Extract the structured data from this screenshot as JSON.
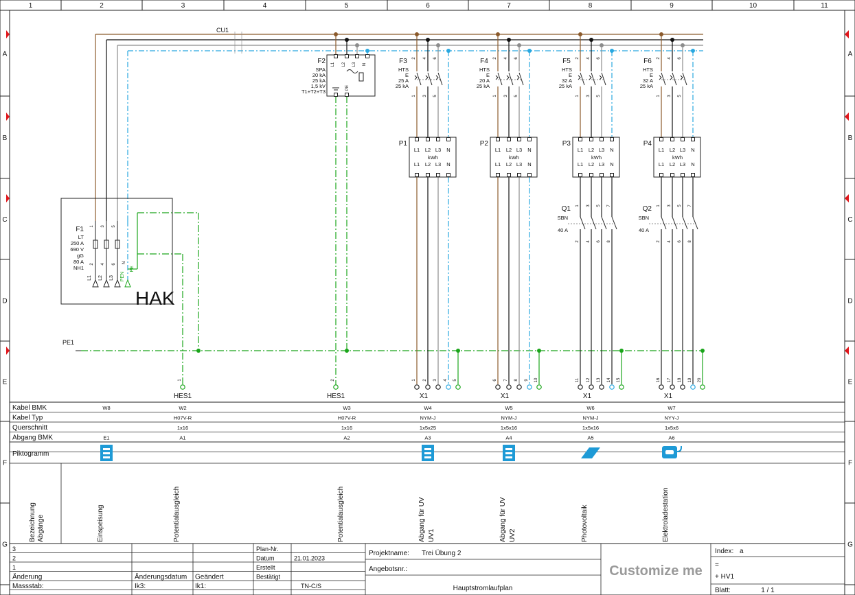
{
  "frame": {
    "columns": [
      "1",
      "2",
      "3",
      "4",
      "5",
      "6",
      "7",
      "8",
      "9",
      "10",
      "11"
    ],
    "rows": [
      "A",
      "B",
      "C",
      "D",
      "E",
      "F",
      "G"
    ]
  },
  "colors": {
    "l1": "#8b5a2b",
    "l2": "#111111",
    "l3": "#8c8c8c",
    "n": "#29a8e0",
    "pe": "#1aa51a",
    "frame": "#222222",
    "marker": "#e0161b",
    "icon": "#1e9ad6",
    "logo": "#9a9a9a"
  },
  "bus": {
    "label": "CU1"
  },
  "pe_bus": {
    "label": "PE1"
  },
  "hak": {
    "label": "HAK",
    "tag": "F1",
    "specs": [
      "LT",
      "250 A",
      "690 V",
      "gG",
      "80 A",
      "NH1"
    ],
    "top_pins": [
      "1",
      "3",
      "5"
    ],
    "bottom_pins": [
      "2",
      "4",
      "6",
      "N"
    ],
    "phases": [
      "L1",
      "L2",
      "L3"
    ],
    "pen_label": "PEN",
    "pe_label": "PE"
  },
  "spd": {
    "tag": "F2",
    "specs": [
      "SPA",
      "20 kA",
      "25 kA",
      "1,5 kV",
      "T1+T2+T3"
    ],
    "top_pins": [
      "L1",
      "L2",
      "L3",
      "N"
    ],
    "bottom_pins": [
      "PE"
    ]
  },
  "breakers": [
    {
      "tag": "F3",
      "type": "HTS",
      "specs": [
        "E",
        "25 A",
        "25 kA"
      ],
      "pins_top": [
        "2",
        "4",
        "6"
      ],
      "pins_bottom": [
        "1",
        "3",
        "5"
      ]
    },
    {
      "tag": "F4",
      "type": "HTS",
      "specs": [
        "E",
        "20 A",
        "25 kA"
      ],
      "pins_top": [
        "2",
        "4",
        "6"
      ],
      "pins_bottom": [
        "1",
        "3",
        "5"
      ]
    },
    {
      "tag": "F5",
      "type": "HTS",
      "specs": [
        "E",
        "32 A",
        "25 kA"
      ],
      "pins_top": [
        "2",
        "4",
        "6"
      ],
      "pins_bottom": [
        "1",
        "3",
        "5"
      ]
    },
    {
      "tag": "F6",
      "type": "HTS",
      "specs": [
        "E",
        "32 A",
        "25 kA"
      ],
      "pins_top": [
        "2",
        "4",
        "6"
      ],
      "pins_bottom": [
        "1",
        "3",
        "5"
      ]
    }
  ],
  "meters": [
    {
      "tag": "P1",
      "labels": [
        "L1",
        "L2",
        "L3",
        "N"
      ],
      "unit": "kWh"
    },
    {
      "tag": "P2",
      "labels": [
        "L1",
        "L2",
        "L3",
        "N"
      ],
      "unit": "kWh"
    },
    {
      "tag": "P3",
      "labels": [
        "L1",
        "L2",
        "L3",
        "N"
      ],
      "unit": "kWh"
    },
    {
      "tag": "P4",
      "labels": [
        "L1",
        "L2",
        "L3",
        "N"
      ],
      "unit": "kWh"
    }
  ],
  "switches": [
    {
      "tag": "Q1",
      "type": "SBN",
      "rating": "40 A",
      "pins_top": [
        "1",
        "3",
        "5",
        "7"
      ],
      "pins_bottom": [
        "2",
        "4",
        "6",
        "8"
      ]
    },
    {
      "tag": "Q2",
      "type": "SBN",
      "rating": "40 A",
      "pins_top": [
        "1",
        "3",
        "5",
        "7"
      ],
      "pins_bottom": [
        "2",
        "4",
        "6",
        "8"
      ]
    }
  ],
  "terminals": [
    {
      "label": "HES1",
      "pins": [
        "1"
      ]
    },
    {
      "label": "HES1",
      "pins": [
        "2"
      ]
    },
    {
      "label": "X1",
      "pins": [
        "1",
        "2",
        "3",
        "4",
        "5"
      ]
    },
    {
      "label": "X1",
      "pins": [
        "6",
        "7",
        "8",
        "9",
        "10"
      ]
    },
    {
      "label": "X1",
      "pins": [
        "11",
        "12",
        "13",
        "14",
        "15"
      ]
    },
    {
      "label": "X1",
      "pins": [
        "16",
        "17",
        "18",
        "19",
        "20"
      ]
    }
  ],
  "table": {
    "row_headers": [
      "Kabel BMK",
      "Kabel Typ",
      "Querschnitt",
      "Abgang BMK",
      "Piktogramm"
    ],
    "bezeichnung_header": [
      "Bezeichnung",
      "Abgänge"
    ],
    "columns": [
      {
        "kabel_bmk": "W8",
        "kabel_typ": "",
        "querschnitt": "",
        "abgang_bmk": "E1",
        "icon": "distribution-icon",
        "bezeichnung": [
          "Einspeisung"
        ]
      },
      {
        "kabel_bmk": "W2",
        "kabel_typ": "H07V-R",
        "querschnitt": "1x16",
        "abgang_bmk": "A1",
        "icon": "",
        "bezeichnung": [
          "Potentialausgleich"
        ]
      },
      {
        "kabel_bmk": "W3",
        "kabel_typ": "H07V-R",
        "querschnitt": "1x16",
        "abgang_bmk": "A2",
        "icon": "",
        "bezeichnung": [
          "Potentialausgleich"
        ]
      },
      {
        "kabel_bmk": "W4",
        "kabel_typ": "NYM-J",
        "querschnitt": "1x5x25",
        "abgang_bmk": "A3",
        "icon": "distribution-icon",
        "bezeichnung": [
          "Abgang für UV",
          "UV1"
        ]
      },
      {
        "kabel_bmk": "W5",
        "kabel_typ": "NYM-J",
        "querschnitt": "1x5x16",
        "abgang_bmk": "A4",
        "icon": "distribution-icon",
        "bezeichnung": [
          "Abgang für UV",
          "UV2"
        ]
      },
      {
        "kabel_bmk": "W6",
        "kabel_typ": "NYM-J",
        "querschnitt": "1x5x16",
        "abgang_bmk": "A5",
        "icon": "solar-panel-icon",
        "bezeichnung": [
          "Photovoltaik"
        ]
      },
      {
        "kabel_bmk": "W7",
        "kabel_typ": "NYY-J",
        "querschnitt": "1x5x6",
        "abgang_bmk": "A6",
        "icon": "ev-charger-icon",
        "bezeichnung": [
          "Elektroladestation"
        ]
      }
    ]
  },
  "title_block": {
    "rev_rows": [
      "3",
      "2",
      "1"
    ],
    "aenderung": "Änderung",
    "aenderungsdatum": "Änderungsdatum",
    "geaendert": "Geändert",
    "massstab": "Massstab:",
    "ik3": "Ik3:",
    "ik1": "Ik1:",
    "plan_nr": "Plan-Nr.",
    "datum_label": "Datum",
    "datum_value": "21.01.2023",
    "erstellt": "Erstellt",
    "bestaetigt": "Bestätigt",
    "netz": "TN-C/S",
    "projektname_label": "Projektname:",
    "projektname_value": "Trei Übung 2",
    "angebotsnr_label": "Angebotsnr.:",
    "plan_title": "Hauptstromlaufplan",
    "logo": "Customize me",
    "index_label": "Index:",
    "index_value": "a",
    "eq": "=",
    "location": "+ HV1",
    "blatt_label": "Blatt:",
    "blatt_value": "1 / 1"
  }
}
